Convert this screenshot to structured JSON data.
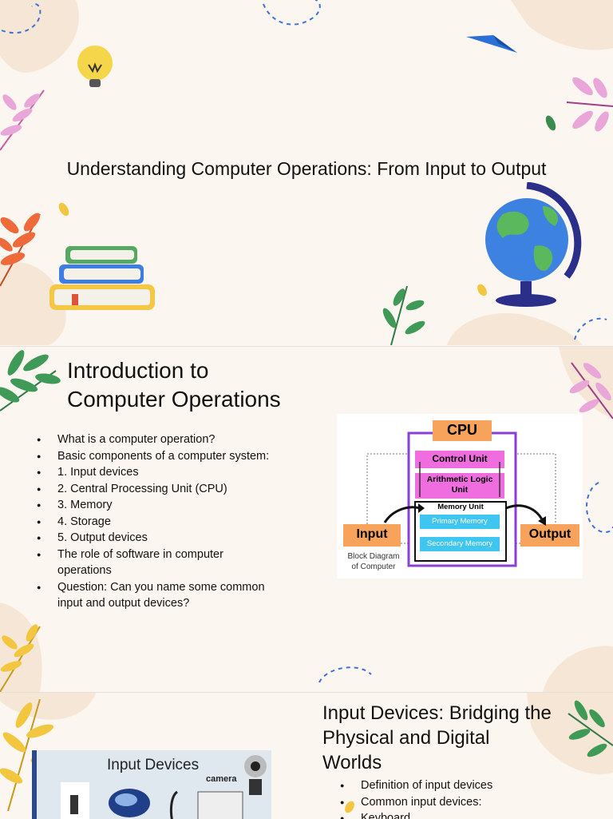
{
  "slide1": {
    "title": "Understanding Computer Operations: From Input to Output"
  },
  "slide2": {
    "title_line1": "Introduction to",
    "title_line2": "Computer Operations",
    "bullets": [
      "What is a computer operation?",
      "Basic components of a computer system:",
      "1. Input devices",
      "2. Central Processing Unit (CPU)",
      "3. Memory",
      "4. Storage",
      "5. Output devices",
      "The role of software in computer operations",
      "Question: Can you name some common input and output devices?"
    ],
    "diagram": {
      "cpu": "CPU",
      "control_unit": "Control Unit",
      "alu": "Arithmetic Logic Unit",
      "memory_unit": "Memory Unit",
      "primary_memory": "Primary Memory",
      "secondary_memory": "Secondary Memory",
      "input": "Input",
      "output": "Output",
      "caption_line1": "Block Diagram",
      "caption_line2": "of Computer"
    }
  },
  "slide3": {
    "title_line1": "Input Devices: Bridging the",
    "title_line2": "Physical and Digital",
    "title_line3": "Worlds",
    "bullets": [
      "Definition of input devices",
      "Common input devices:",
      "Keyboard"
    ],
    "image": {
      "heading": "Input Devices",
      "camera_label": "camera"
    }
  },
  "colors": {
    "background": "#fbf6f0",
    "cpu_orange": "#f7a35c",
    "cpu_border": "#8a3fd6",
    "pink": "#f06de0",
    "cyan": "#3ec5f0"
  }
}
